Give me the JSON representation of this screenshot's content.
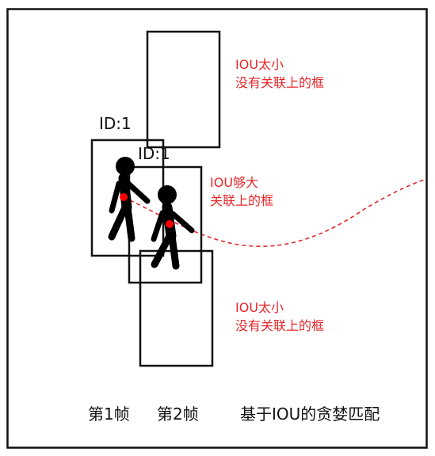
{
  "diagram": {
    "id_label_frame1": "ID:1",
    "id_label_frame2": "ID:1",
    "annotations": {
      "top": {
        "line1": "IOU太小",
        "line2": "没有关联上的框"
      },
      "middle": {
        "line1": "IOU够大",
        "line2": "关联上的框"
      },
      "bottom": {
        "line1": "IOU太小",
        "line2": "没有关联上的框"
      }
    },
    "captions": {
      "frame1": "第1帧",
      "frame2": "第2帧",
      "method": "基于IOU的贪婪匹配"
    },
    "colors": {
      "frame": "#111111",
      "annotation": "#e8272b",
      "trajectory": "#e8272b",
      "center_point": "#ff0000"
    },
    "icons": [
      "walking-person-icon",
      "walking-person-icon"
    ]
  }
}
